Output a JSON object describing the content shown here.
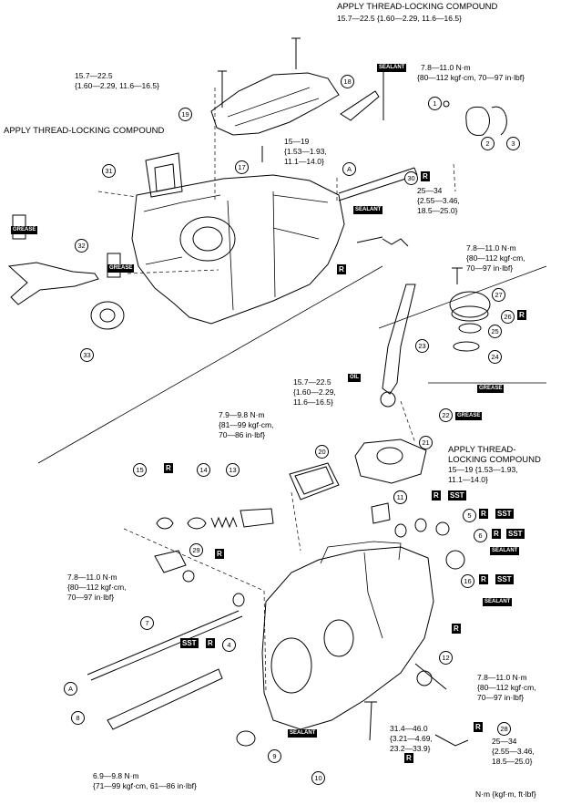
{
  "notes": {
    "thread_lock": "APPLY THREAD-LOCKING COMPOUND",
    "thread_lock_split_1": "APPLY THREAD-",
    "thread_lock_split_2": "LOCKING COMPOUND",
    "units": "N·m {kgf·m, ft·lbf}"
  },
  "torques": {
    "t_top_1": "15.7—22.5 {1.60—2.29, 11.6—16.5}",
    "t_top_left_1": "15.7—22.5",
    "t_top_left_2": "{1.60—2.29, 11.6—16.5}",
    "t_78_a1": "7.8—11.0 N·m",
    "t_78_a2": "{80—112 kgf·cm, 70—97 in·lbf}",
    "t_15_a1": "15—19",
    "t_15_a2": "{1.53—1.93,",
    "t_15_a3": "11.1—14.0}",
    "t_25_a1": "25—34",
    "t_25_a2": "{2.55—3.46,",
    "t_25_a3": "18.5—25.0}",
    "t_78_b1": "7.8—11.0 N·m",
    "t_78_b2": "{80—112 kgf·cm,",
    "t_78_b3": "70—97 in·lbf}",
    "t_157_b1": "15.7—22.5",
    "t_157_b2": "{1.60—2.29,",
    "t_157_b3": "11.6—16.5}",
    "t_79_1": "7.9—9.8 N·m",
    "t_79_2": "{81—99 kgf·cm,",
    "t_79_3": "70—86 in·lbf}",
    "t_15_b1": "15—19 {1.53—1.93,",
    "t_15_b2": "11.1—14.0}",
    "t_78_c1": "7.8—11.0 N·m",
    "t_78_c2": "{80—112 kgf·cm,",
    "t_78_c3": "70—97 in·lbf}",
    "t_78_d1": "7.8—11.0 N·m",
    "t_78_d2": "{80—112 kgf·cm,",
    "t_78_d3": "70—97 in·lbf}",
    "t_314_1": "31.4—46.0",
    "t_314_2": "{3.21—4.69,",
    "t_314_3": "23.2—33.9}",
    "t_25_b1": "25—34",
    "t_25_b2": "{2.55—3.46,",
    "t_25_b3": "18.5—25.0}",
    "t_69_1": "6.9—9.8 N·m",
    "t_69_2": "{71—99 kgf·cm, 61—86 in·lbf}"
  },
  "tags": {
    "r": "R",
    "sst": "SST",
    "sealant": "SEALANT",
    "grease": "GREASE",
    "oil": "OIL"
  },
  "callouts": {
    "n1": "1",
    "n2": "2",
    "n3": "3",
    "n4": "4",
    "n5": "5",
    "n6": "6",
    "n7": "7",
    "n8": "8",
    "n9": "9",
    "n10": "10",
    "n11": "11",
    "n12": "12",
    "n13": "13",
    "n14": "14",
    "n15": "15",
    "n16": "16",
    "n17": "17",
    "n18": "18",
    "n19": "19",
    "n20": "20",
    "n21": "21",
    "n22": "22",
    "n23": "23",
    "n24": "24",
    "n25": "25",
    "n26": "26",
    "n27": "27",
    "n28": "28",
    "n29": "29",
    "n30": "30",
    "n31": "31",
    "n32": "32",
    "n33": "33",
    "a": "A"
  }
}
